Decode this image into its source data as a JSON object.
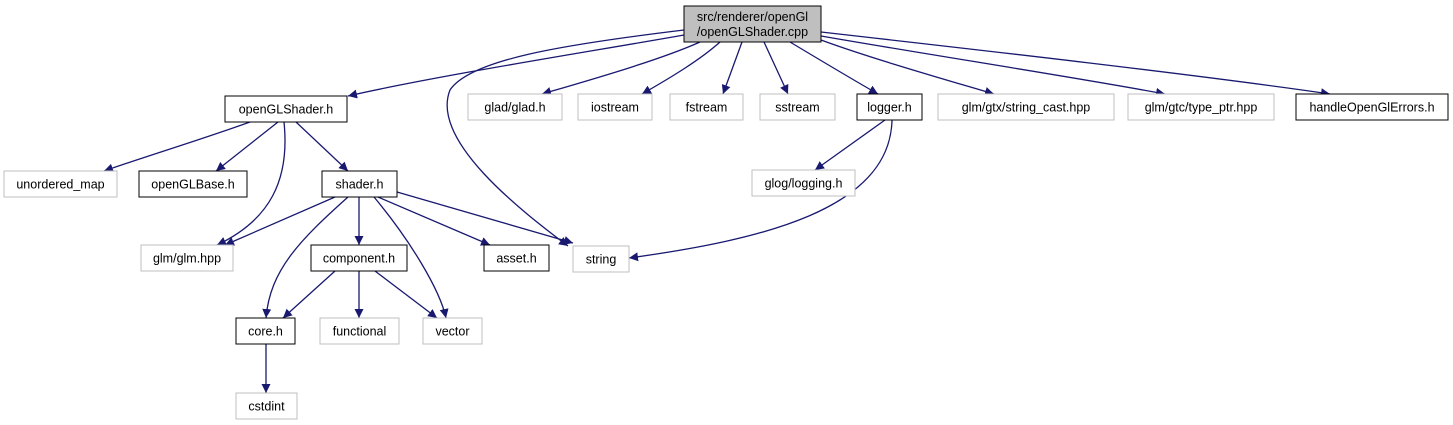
{
  "colors": {
    "edge": "#191970",
    "root_fill": "#bfbfbf",
    "root_border": "#000000",
    "doc_border": "#000000",
    "ext_border": "#bfbfbf",
    "text": "#000000"
  },
  "nodes": [
    {
      "id": "root",
      "kind": "root",
      "lines": [
        "src/renderer/openGl",
        "/openGLShader.cpp"
      ]
    },
    {
      "id": "openGLShader_h",
      "kind": "doc",
      "lines": [
        "openGLShader.h"
      ]
    },
    {
      "id": "glad",
      "kind": "ext",
      "lines": [
        "glad/glad.h"
      ]
    },
    {
      "id": "iostream",
      "kind": "ext",
      "lines": [
        "iostream"
      ]
    },
    {
      "id": "fstream",
      "kind": "ext",
      "lines": [
        "fstream"
      ]
    },
    {
      "id": "sstream",
      "kind": "ext",
      "lines": [
        "sstream"
      ]
    },
    {
      "id": "logger_h",
      "kind": "doc",
      "lines": [
        "logger.h"
      ]
    },
    {
      "id": "string_cast",
      "kind": "ext",
      "lines": [
        "glm/gtx/string_cast.hpp"
      ]
    },
    {
      "id": "type_ptr",
      "kind": "ext",
      "lines": [
        "glm/gtc/type_ptr.hpp"
      ]
    },
    {
      "id": "handleErrors",
      "kind": "doc",
      "lines": [
        "handleOpenGlErrors.h"
      ]
    },
    {
      "id": "unordered_map",
      "kind": "ext",
      "lines": [
        "unordered_map"
      ]
    },
    {
      "id": "openGLBase_h",
      "kind": "doc",
      "lines": [
        "openGLBase.h"
      ]
    },
    {
      "id": "shader_h",
      "kind": "doc",
      "lines": [
        "shader.h"
      ]
    },
    {
      "id": "glog",
      "kind": "ext",
      "lines": [
        "glog/logging.h"
      ]
    },
    {
      "id": "glm",
      "kind": "ext",
      "lines": [
        "glm/glm.hpp"
      ]
    },
    {
      "id": "component_h",
      "kind": "doc",
      "lines": [
        "component.h"
      ]
    },
    {
      "id": "asset_h",
      "kind": "doc",
      "lines": [
        "asset.h"
      ]
    },
    {
      "id": "string",
      "kind": "ext",
      "lines": [
        "string"
      ]
    },
    {
      "id": "core_h",
      "kind": "doc",
      "lines": [
        "core.h"
      ]
    },
    {
      "id": "functional",
      "kind": "ext",
      "lines": [
        "functional"
      ]
    },
    {
      "id": "vector",
      "kind": "ext",
      "lines": [
        "vector"
      ]
    },
    {
      "id": "cstdint",
      "kind": "ext",
      "lines": [
        "cstdint"
      ]
    }
  ],
  "edges": [
    [
      "root",
      "openGLShader_h"
    ],
    [
      "root",
      "glad"
    ],
    [
      "root",
      "iostream"
    ],
    [
      "root",
      "fstream"
    ],
    [
      "root",
      "sstream"
    ],
    [
      "root",
      "logger_h"
    ],
    [
      "root",
      "string_cast"
    ],
    [
      "root",
      "type_ptr"
    ],
    [
      "root",
      "handleErrors"
    ],
    [
      "root",
      "string"
    ],
    [
      "openGLShader_h",
      "unordered_map"
    ],
    [
      "openGLShader_h",
      "openGLBase_h"
    ],
    [
      "openGLShader_h",
      "shader_h"
    ],
    [
      "openGLShader_h",
      "glm"
    ],
    [
      "logger_h",
      "glog"
    ],
    [
      "logger_h",
      "string"
    ],
    [
      "shader_h",
      "glm"
    ],
    [
      "shader_h",
      "component_h"
    ],
    [
      "shader_h",
      "asset_h"
    ],
    [
      "shader_h",
      "string"
    ],
    [
      "shader_h",
      "core_h"
    ],
    [
      "shader_h",
      "vector"
    ],
    [
      "component_h",
      "core_h"
    ],
    [
      "component_h",
      "functional"
    ],
    [
      "component_h",
      "vector"
    ],
    [
      "core_h",
      "cstdint"
    ]
  ]
}
